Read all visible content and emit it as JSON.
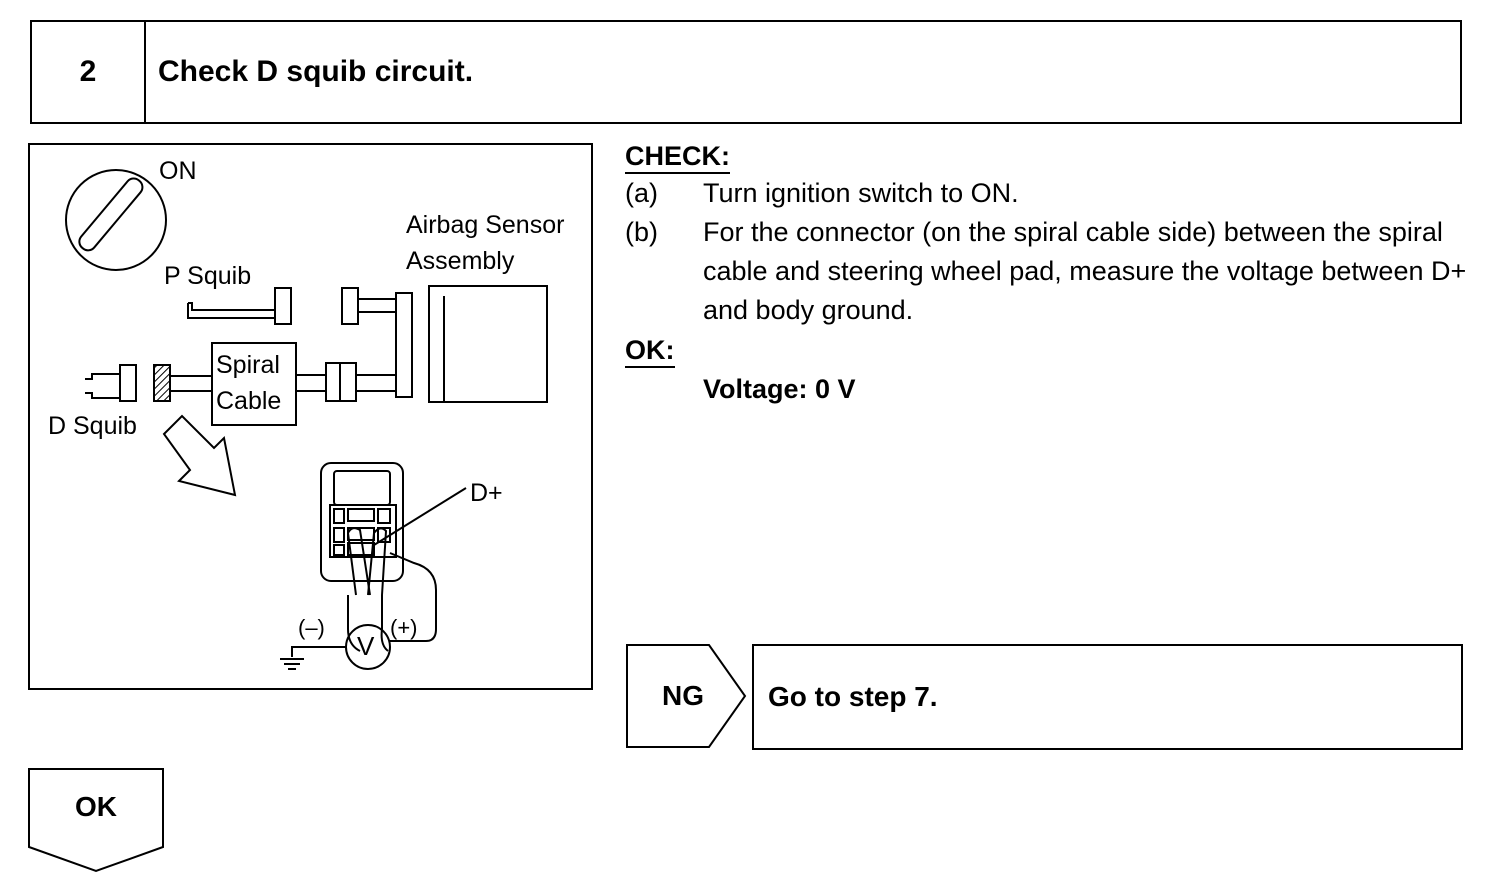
{
  "step": {
    "number": "2",
    "title": "Check D squib circuit."
  },
  "diagram": {
    "on_label": "ON",
    "airbag_sensor_label_line1": "Airbag Sensor",
    "airbag_sensor_label_line2": "Assembly",
    "p_squib_label": "P Squib",
    "spiral_cable_line1": "Spiral",
    "spiral_cable_line2": "Cable",
    "d_squib_label": "D Squib",
    "d_plus_label": "D+",
    "minus_label": "(–)",
    "plus_label": "(+)",
    "voltmeter_label": "V"
  },
  "check": {
    "heading": "CHECK:",
    "items": [
      {
        "letter": "(a)",
        "text": "Turn ignition switch to ON."
      },
      {
        "letter": "(b)",
        "text": "For the connector (on the spiral cable side) between the spiral cable and steering wheel pad, measure the voltage between D+ and body ground."
      }
    ]
  },
  "ok_spec": {
    "heading": "OK:",
    "value": "Voltage: 0 V"
  },
  "ng": {
    "label": "NG",
    "action": "Go to step 7."
  },
  "ok_result": {
    "label": "OK"
  }
}
